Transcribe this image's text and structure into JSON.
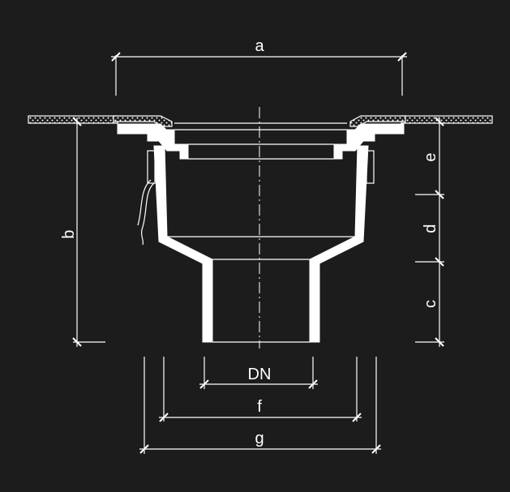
{
  "colors": {
    "background": "#1c1c1c",
    "lines": "#ffffff"
  },
  "dimensions": {
    "a": "a",
    "b": "b",
    "c": "c",
    "d": "d",
    "e": "e",
    "dn": "DN",
    "f": "f",
    "g": "g"
  }
}
